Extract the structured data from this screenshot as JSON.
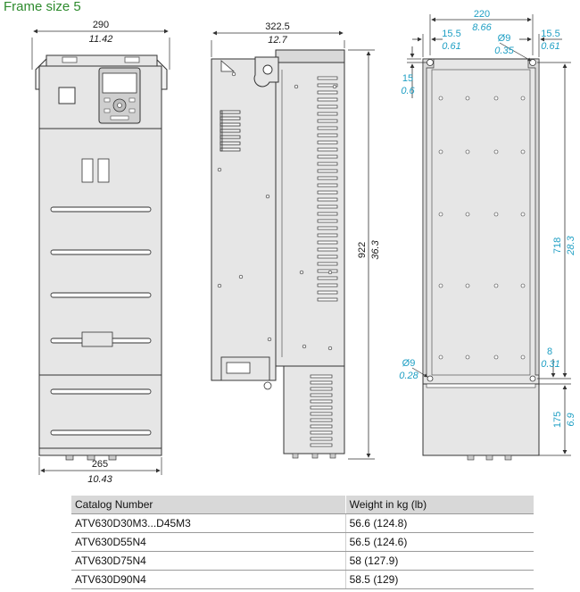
{
  "title": "Frame size 5",
  "front_view": {
    "top_width_mm": "290",
    "top_width_in": "11.42",
    "bottom_width_mm": "265",
    "bottom_width_in": "10.43"
  },
  "side_view": {
    "depth_mm": "322.5",
    "depth_in": "12.7",
    "height_mm": "922",
    "height_in": "36.3"
  },
  "rear_view": {
    "hole_spacing_mm": "220",
    "hole_spacing_in": "8.66",
    "left_offset_mm": "15.5",
    "left_offset_in": "0.61",
    "right_offset_mm": "15.5",
    "right_offset_in": "0.61",
    "top_hole_dia_mm": "Ø9",
    "top_hole_dia_in": "0.35",
    "top_offset_mm": "15",
    "top_offset_in": "0.6",
    "hole_height_mm": "718",
    "hole_height_in": "28.3",
    "bottom_hole_dia_mm": "Ø9",
    "bottom_hole_dia_in": "0.28",
    "bottom_offset_mm": "8",
    "bottom_offset_in": "0.31",
    "lower_box_mm": "175",
    "lower_box_in": "6.9"
  },
  "colors": {
    "title": "#2e8b2e",
    "dimension_accent": "#1f9fc4",
    "panel_fill": "#e6e6e6",
    "table_header": "#d8d8d8"
  },
  "table": {
    "headers": [
      "Catalog Number",
      "Weight in kg (lb)"
    ],
    "rows": [
      [
        "ATV630D30M3...D45M3",
        "56.6 (124.8)"
      ],
      [
        "ATV630D55N4",
        "56.5 (124.6)"
      ],
      [
        "ATV630D75N4",
        "58 (127.9)"
      ],
      [
        "ATV630D90N4",
        "58.5 (129)"
      ]
    ]
  }
}
